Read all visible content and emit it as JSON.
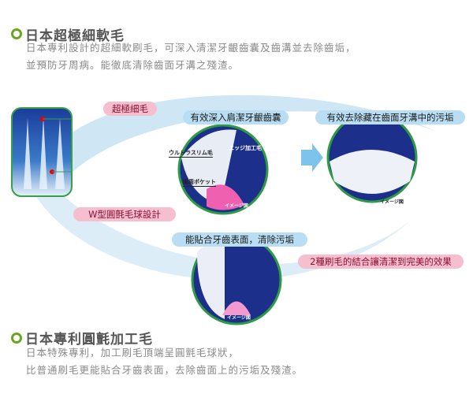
{
  "section1": {
    "title": "日本超極細軟毛",
    "lines": [
      "日本專利設計的超細軟刷毛，可深入清潔牙齦齒囊及齒溝並去除齒垢，",
      "並預防牙周病。能徹底清除齒面牙溝之殘渣。"
    ]
  },
  "diagram": {
    "label_ultrafine": "超極細毛",
    "label_wshape": "W型圓氈毛球設計",
    "bubble_gum": "有效深入肩潔牙齦齒囊",
    "bubble_groove": "有效去除藏在齒面牙溝中的污垢",
    "bubble_surface": "能貼合牙齒表面，清除污垢",
    "label_combo": "2種刷毛的結合讓清潔到完美的效果",
    "jp_ultraslim": "ウルトラスリム毛",
    "jp_edge": "エッジ加工毛",
    "jp_pocket": "歯周ポケット",
    "jp_image": "イメージ図"
  },
  "section2": {
    "title": "日本專利圓氈加工毛",
    "lines": [
      "日本特殊專利，加工刷毛頂端呈圓氈毛球狀，",
      "比普通刷毛更能貼合牙齒表面，去除齒面上的污垢及殘渣。"
    ]
  }
}
